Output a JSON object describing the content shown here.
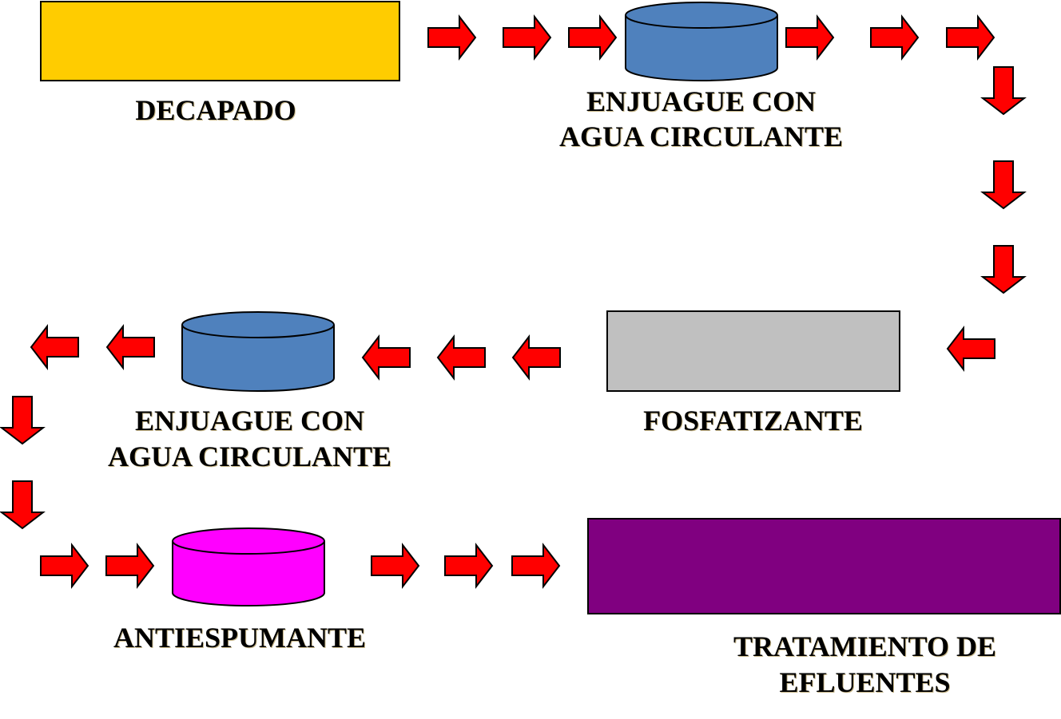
{
  "colors": {
    "arrow": "#ff0000",
    "decapado": "#ffcc00",
    "enjuague": "#4f81bd",
    "fosfatizante": "#c0c0c0",
    "antiespumante": "#ff00ff",
    "tratamiento": "#800080",
    "outline": "#000000"
  },
  "stages": {
    "decapado": {
      "label": "DECAPADO",
      "shape": "rectangle"
    },
    "enjuague_1": {
      "label_line1": "ENJUAGUE CON",
      "label_line2": "AGUA CIRCULANTE",
      "shape": "cylinder"
    },
    "fosfatizante": {
      "label": "FOSFATIZANTE",
      "shape": "rectangle"
    },
    "enjuague_2": {
      "label_line1": "ENJUAGUE CON",
      "label_line2": "AGUA CIRCULANTE",
      "shape": "cylinder"
    },
    "antiespumante": {
      "label": "ANTIESPUMANTE",
      "shape": "cylinder"
    },
    "tratamiento": {
      "label_line1": "TRATAMIENTO DE",
      "label_line2": "EFLUENTES",
      "shape": "rectangle"
    }
  },
  "flow": [
    "DECAPADO",
    "ENJUAGUE CON AGUA CIRCULANTE",
    "FOSFATIZANTE",
    "ENJUAGUE CON AGUA CIRCULANTE",
    "ANTIESPUMANTE",
    "TRATAMIENTO DE EFLUENTES"
  ],
  "arrows": [
    {
      "dir": "right"
    },
    {
      "dir": "right"
    },
    {
      "dir": "right"
    },
    {
      "dir": "right"
    },
    {
      "dir": "right"
    },
    {
      "dir": "right"
    },
    {
      "dir": "down"
    },
    {
      "dir": "down"
    },
    {
      "dir": "down"
    },
    {
      "dir": "left"
    },
    {
      "dir": "left"
    },
    {
      "dir": "left"
    },
    {
      "dir": "left"
    },
    {
      "dir": "left"
    },
    {
      "dir": "left"
    },
    {
      "dir": "down"
    },
    {
      "dir": "down"
    },
    {
      "dir": "right"
    },
    {
      "dir": "right"
    },
    {
      "dir": "right"
    },
    {
      "dir": "right"
    },
    {
      "dir": "right"
    }
  ]
}
